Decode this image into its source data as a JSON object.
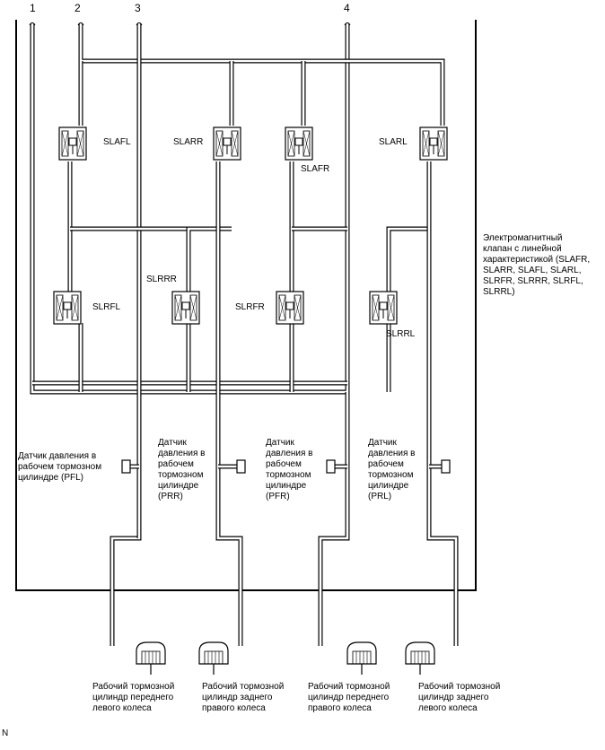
{
  "line_numbers": [
    "1",
    "2",
    "3",
    "4"
  ],
  "valves": {
    "slafl": "SLAFL",
    "slarr": "SLARR",
    "slafr": "SLAFR",
    "slarl": "SLARL",
    "slrfl": "SLRFL",
    "slrrr": "SLRRR",
    "slrfr": "SLRFR",
    "slrrl": "SLRRL"
  },
  "solenoid_caption": "Электромагнитный\nклапан с линейной\nхарактеристикой (SLAFR,\nSLARR, SLAFL, SLARL,\nSLRFR, SLRRR, SLRFL,\nSLRRL)",
  "sensors": {
    "pfl": "Датчик давления в\nрабочем тормозном\nцилиндре (PFL)",
    "prr": "Датчик\nдавления в\nрабочем\nтормозном\nцилиндре\n(PRR)",
    "pfr": "Датчик\nдавления в\nрабочем\nтормозном\nцилиндре\n(PFR)",
    "prl": "Датчик\nдавления в\nрабочем\nтормозном\nцилиндре\n(PRL)"
  },
  "cylinders": {
    "fl": "Рабочий тормозной\nцилиндр переднего\nлевого колеса",
    "rr": "Рабочий тормозной\nцилиндр заднего\nправого колеса",
    "fr": "Рабочий тормозной\nцилиндр переднего\nправого колеса",
    "rl": "Рабочий тормозной\nцилиндр заднего\nлевого колеса"
  },
  "corner_mark": "N"
}
